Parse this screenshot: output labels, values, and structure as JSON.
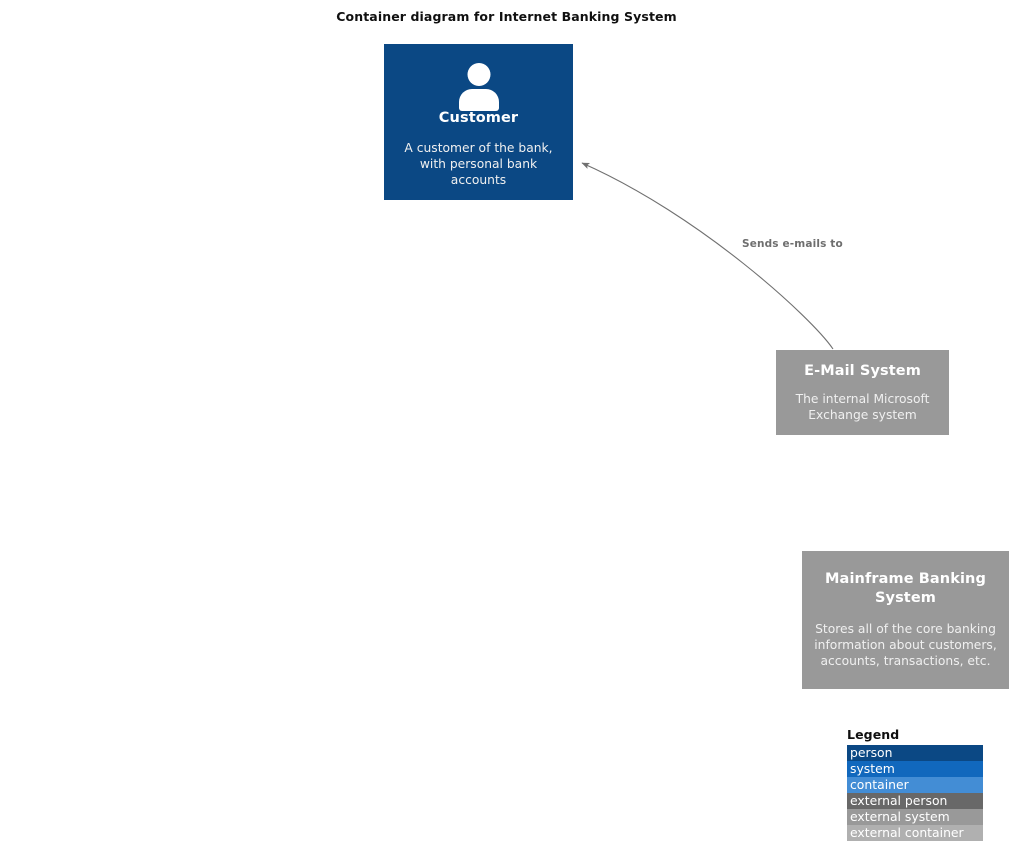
{
  "diagram": {
    "title": "Container diagram for Internet Banking System",
    "type": "c4-container-diagram"
  },
  "nodes": [
    {
      "id": "customer",
      "name": "Customer",
      "description": "A customer of the bank, with personal bank accounts",
      "kind": "person",
      "color": "#0B4884",
      "icon": "person-icon"
    },
    {
      "id": "email_system",
      "name": "E-Mail System",
      "description": "The internal Microsoft Exchange system",
      "kind": "external system",
      "color": "#999999"
    },
    {
      "id": "mainframe_system",
      "name": "Mainframe Banking System",
      "description": "Stores all of the core banking information about customers, accounts, transactions, etc.",
      "kind": "external system",
      "color": "#999999"
    }
  ],
  "edges": [
    {
      "id": "sends_emails_to",
      "label": "Sends e-mails to",
      "from": "email_system",
      "to": "customer",
      "color": "#707070"
    }
  ],
  "legend": {
    "title": "Legend",
    "items": [
      {
        "label": "person",
        "color": "#0B4884"
      },
      {
        "label": "system",
        "color": "#1168BD"
      },
      {
        "label": "container",
        "color": "#438DD5"
      },
      {
        "label": "external person",
        "color": "#686868"
      },
      {
        "label": "external system",
        "color": "#999999"
      },
      {
        "label": "external container",
        "color": "#B0B0B0"
      }
    ]
  }
}
